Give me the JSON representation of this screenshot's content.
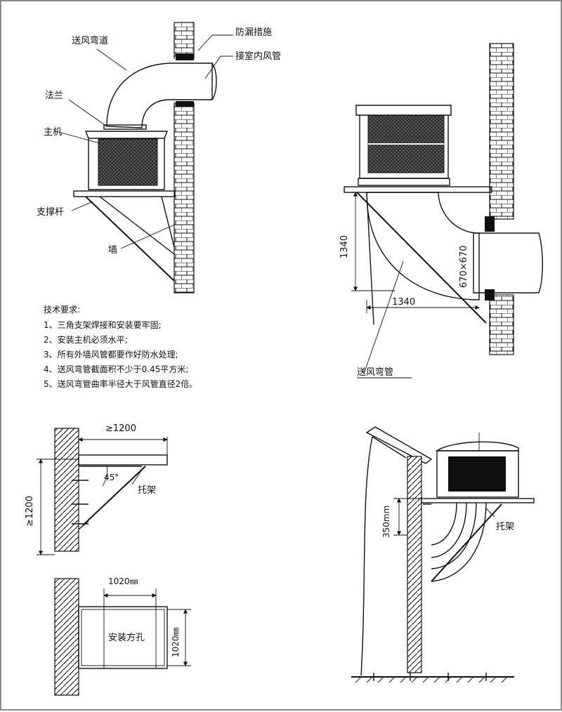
{
  "labels": {
    "duct_elbow": "送风弯道",
    "leak_proof": "防漏措施",
    "indoor_duct": "接室内风管",
    "flange": "法兰",
    "main_unit": "主机",
    "support_rod": "支撑杆",
    "wall": "墙",
    "dim_height": "1340",
    "dim_width": "1340",
    "duct_size": "670×670",
    "elbow_pipe": "送风弯管",
    "min_width": "≥1200",
    "min_height": "≥1200",
    "angle": "45°",
    "bracket_left": "托架",
    "hole_width": "1020㎜",
    "hole_height": "1020㎜",
    "install_hole": "安装方孔",
    "dim_350": "350mm",
    "bracket_right": "托架"
  },
  "requirements": {
    "title": "技术要求:",
    "items": [
      "1、三角支架焊接和安装要牢固;",
      "2、安装主机必须水平;",
      "3、所有外墙风管都要作好防水处理;",
      "4、送风弯管截面积不少于0.45平方米;",
      "5、送风弯管曲率半径大于风管直径2倍。"
    ]
  }
}
